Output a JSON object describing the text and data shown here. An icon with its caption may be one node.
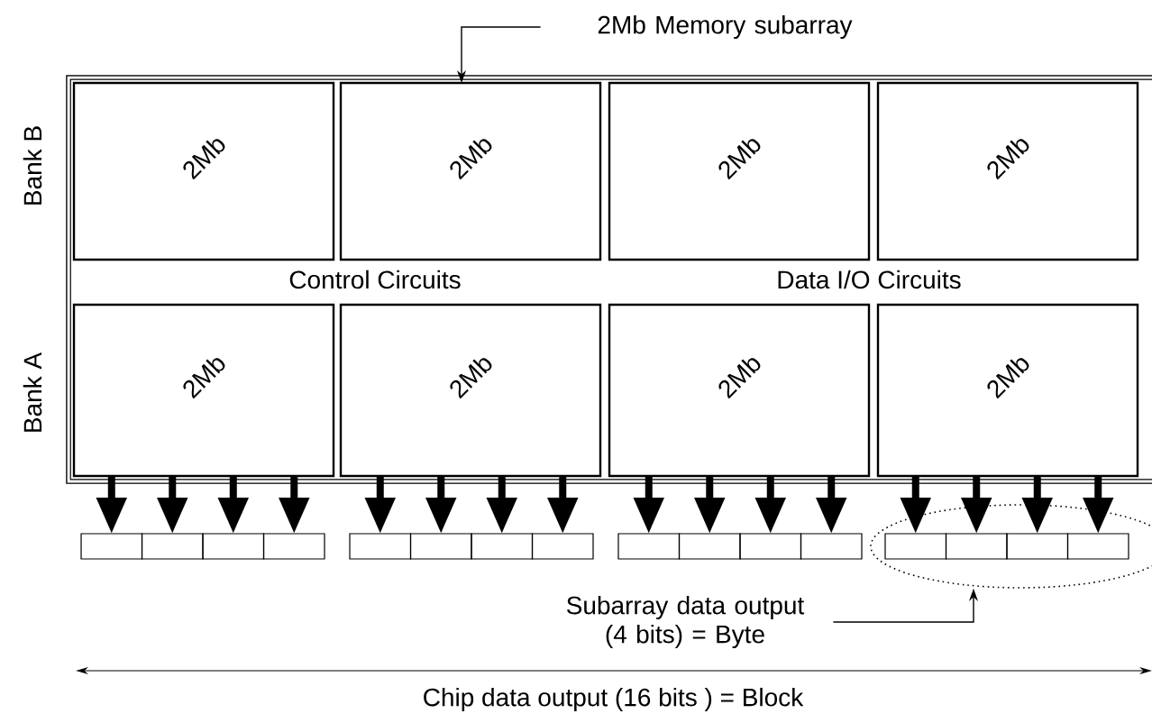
{
  "diagram": {
    "nodes": [
      {
        "text": [
          "Control Circuits",
          "Data I/O Circuits"
        ]
      },
      {
        "text": [
          "2Mb"
        ],
        "in": 0
      },
      {
        "text": [
          "2Mb"
        ],
        "in": 0
      },
      {
        "text": [
          "2Mb"
        ],
        "in": 0
      },
      {
        "text": [
          "2Mb"
        ],
        "in": 0
      },
      {
        "text": [
          "2Mb"
        ],
        "in": 0
      },
      {
        "text": [
          "2Mb"
        ],
        "in": 0
      },
      {
        "text": [
          "2Mb"
        ],
        "in": 0
      },
      {
        "text": [
          "2Mb"
        ],
        "in": 0
      },
      {
        "text": [
          "2Mb Memory subarray"
        ]
      },
      {
        "text": [],
        "shape": "ellipse"
      },
      {
        "text": [],
        "shape": "box"
      },
      {
        "text": [],
        "shape": "box"
      },
      {
        "text": [],
        "shape": "box"
      },
      {
        "text": [],
        "shape": "box"
      },
      {
        "text": [],
        "shape": "box"
      },
      {
        "text": [],
        "shape": "box"
      },
      {
        "text": [],
        "shape": "box"
      },
      {
        "text": [],
        "shape": "box"
      },
      {
        "text": [],
        "shape": "box"
      },
      {
        "text": [],
        "shape": "box"
      },
      {
        "text": [],
        "shape": "box"
      },
      {
        "text": [],
        "shape": "box"
      },
      {
        "text": [],
        "shape": "box",
        "in": 10
      },
      {
        "text": [],
        "shape": "box",
        "in": 10
      },
      {
        "text": [],
        "shape": "box",
        "in": 10
      },
      {
        "text": [],
        "shape": "box",
        "in": 10
      },
      {
        "text": [
          "Subarray data output (4 bits) = Byte"
        ]
      }
    ],
    "edges": [
      {
        "from": 9,
        "to": 2,
        "arrow": "to"
      },
      {
        "from": 5,
        "to": 11,
        "arrow": "to"
      },
      {
        "from": 5,
        "to": 12,
        "arrow": "to"
      },
      {
        "from": 5,
        "to": 13,
        "arrow": "to"
      },
      {
        "from": 5,
        "to": 14,
        "arrow": "to"
      },
      {
        "from": 6,
        "to": 15,
        "arrow": "to"
      },
      {
        "from": 6,
        "to": 16,
        "arrow": "to"
      },
      {
        "from": 6,
        "to": 17,
        "arrow": "to"
      },
      {
        "from": 6,
        "to": 18,
        "arrow": "to"
      },
      {
        "from": 7,
        "to": 19,
        "arrow": "to"
      },
      {
        "from": 7,
        "to": 20,
        "arrow": "to"
      },
      {
        "from": 7,
        "to": 21,
        "arrow": "to"
      },
      {
        "from": 7,
        "to": 22,
        "arrow": "to"
      },
      {
        "from": 8,
        "to": 23,
        "arrow": "to"
      },
      {
        "from": 8,
        "to": 24,
        "arrow": "to"
      },
      {
        "from": 8,
        "to": 25,
        "arrow": "to"
      },
      {
        "from": 8,
        "to": 26,
        "arrow": "to"
      },
      {
        "from": 27,
        "to": 10,
        "arrow": "to"
      }
    ],
    "labels": [
      "Bank B",
      "Bank A",
      "Chip data output (16 bits ) = Block"
    ]
  }
}
